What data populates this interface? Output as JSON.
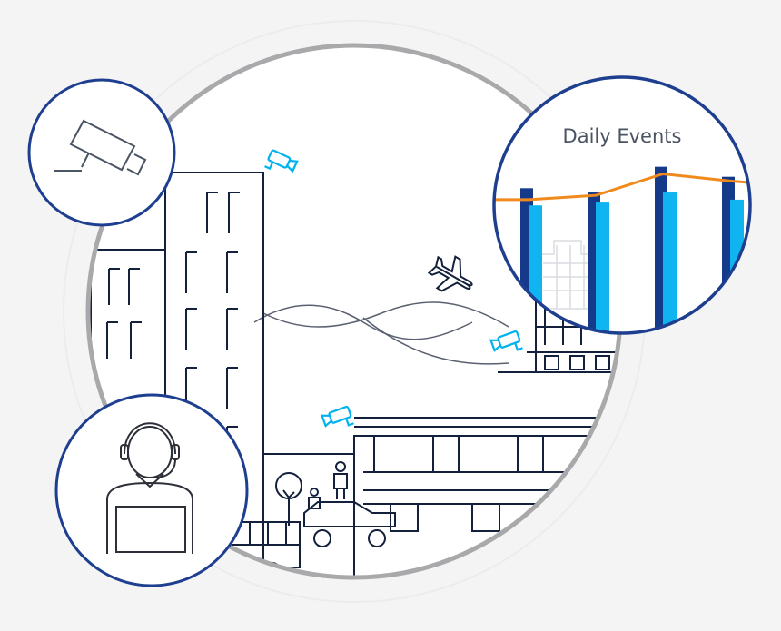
{
  "colors": {
    "background": "#f4f4f4",
    "line_art": "#14213d",
    "bubble_border": "#1e3f8f",
    "accent_cyan": "#00b2ee",
    "bar_dark": "#163a8a",
    "bar_light": "#10b4f0",
    "trend_line": "#f08a1c",
    "main_ring": "#a9a9ab"
  },
  "icons": {
    "camera": "cctv-camera-icon",
    "operator": "operator-with-headset-icon",
    "plane": "airplane-icon",
    "person": "pedestrian-icon",
    "tree": "tree-icon",
    "car": "car-icon"
  },
  "chart_data": {
    "type": "bar",
    "title": "Daily Events",
    "categories": [
      "",
      "",
      "",
      ""
    ],
    "series": [
      {
        "values": [
          100,
          97,
          115,
          108
        ]
      },
      {
        "values": [
          88,
          90,
          97,
          92
        ]
      }
    ],
    "trend": [
      92,
      95,
      110,
      105
    ],
    "ylim": [
      0,
      130
    ],
    "grid": false,
    "legend": "none"
  }
}
